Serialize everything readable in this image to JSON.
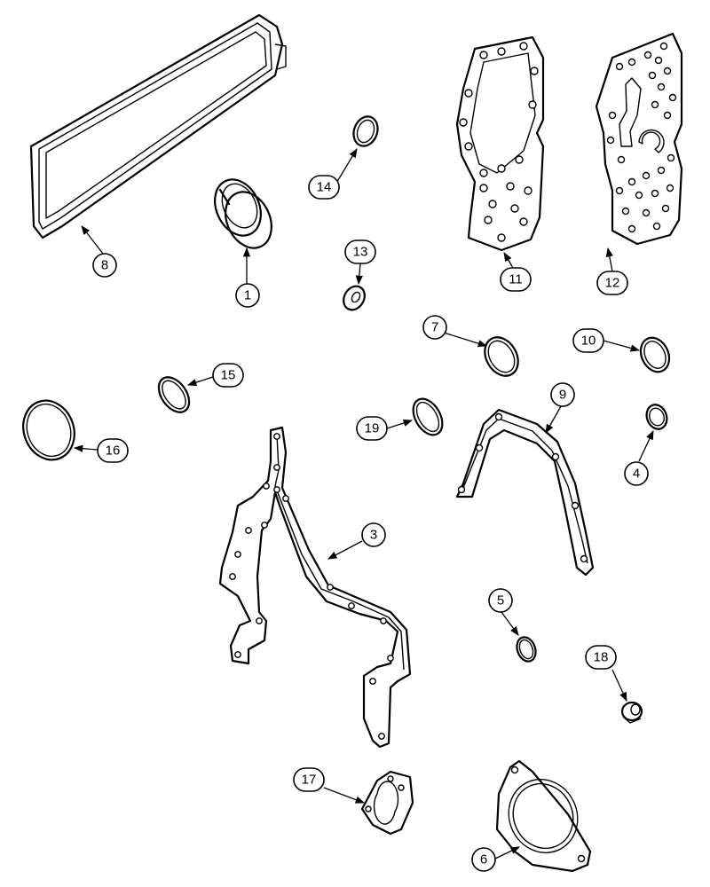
{
  "callouts": {
    "c1": "1",
    "c3": "3",
    "c4": "4",
    "c5": "5",
    "c6": "6",
    "c7": "7",
    "c8": "8",
    "c9": "9",
    "c10": "10",
    "c11": "11",
    "c12": "12",
    "c13": "13",
    "c14": "14",
    "c15": "15",
    "c16": "16",
    "c17": "17",
    "c18": "18",
    "c19": "19"
  }
}
